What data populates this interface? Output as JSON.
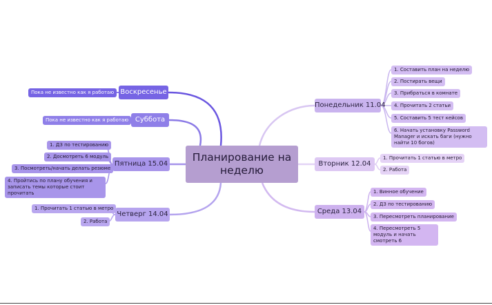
{
  "root": {
    "title": "Планирование на неделю"
  },
  "left_topics": {
    "sunday": {
      "label": "Воскресенье",
      "items": [
        "Пока не известно как я работаю"
      ]
    },
    "saturday": {
      "label": "Суббота",
      "items": [
        "Пока не известно как я работаю"
      ]
    },
    "friday": {
      "label": "Пятница 15.04",
      "items": [
        "1. ДЗ по тестированию",
        "2. Досмотреть 6 модуль",
        "3. Посмотреть/начать делать резюме",
        "4. Пройтись по плану обучения и записать темы которые стоит прочитать"
      ]
    },
    "thursday": {
      "label": "Четверг 14.04",
      "items": [
        "1. Прочитать 1 статью в метро",
        "2. Работа"
      ]
    }
  },
  "right_topics": {
    "monday": {
      "label": "Понедельник 11.04",
      "items": [
        "1. Составить план на неделю",
        "2. Постирать вещи",
        "3. Прибраться в комнате",
        "4. Прочитать 2 статьи",
        "5. Составить 5 тест кейсов",
        "6. Начать установку Password Manager и искать баги (нужно найти 10 богов)"
      ]
    },
    "tuesday": {
      "label": "Вторник  12.04",
      "items": [
        "1. Прочитать 1 статью в метро",
        "2. Работа"
      ]
    },
    "wednesday": {
      "label": "Среда 13.04",
      "items": [
        "1. Винное обучение",
        "2. ДЗ по тестированию",
        "3. Пересмотреть планирование",
        "4. Пересмотреть 5 модуль и начать смотреть 6"
      ]
    }
  },
  "colors": {
    "sunday": "#6a56e0",
    "saturday": "#8b7ae6",
    "friday": "#a592ea",
    "thursday": "#b4a3ee",
    "monday": "#c9b6ef",
    "tuesday": "#dfcdf4",
    "wednesday": "#cdb3ef"
  }
}
